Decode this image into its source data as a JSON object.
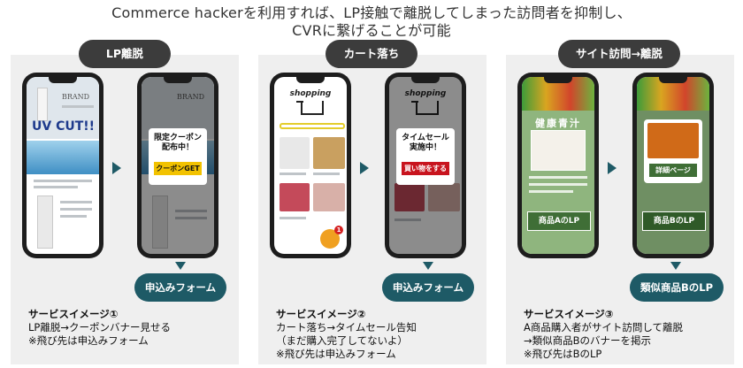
{
  "headline": {
    "line1": "Commerce hackerを利用すれば、LP接触で離脱してしまった訪問者を抑制し、",
    "line2": "CVRに繋げることが可能"
  },
  "columns": [
    {
      "pill": "LP離脱",
      "phone1": {
        "brand": "BRAND",
        "headline": "UV CUT!!"
      },
      "phone2": {
        "brand": "BRAND",
        "popup_line1": "限定クーポン",
        "popup_line2": "配布中！",
        "popup_button": "クーポンGET"
      },
      "cta": "申込みフォーム",
      "desc": {
        "title": "サービスイメージ①",
        "line1": "LP離脱→クーポンバナー見せる",
        "line2": "※飛び先は申込みフォーム"
      }
    },
    {
      "pill": "カート落ち",
      "phone1": {
        "shop_title": "shopping",
        "cart_count": "1"
      },
      "phone2": {
        "shop_title": "shopping",
        "popup_line1": "タイムセール",
        "popup_line2": "実施中！",
        "popup_button": "買い物をする"
      },
      "cta": "申込みフォーム",
      "desc": {
        "title": "サービスイメージ②",
        "line1": "カート落ち→タイムセール告知",
        "line2": "（まだ購入完了してないよ）",
        "line3": "※飛び先は申込みフォーム"
      }
    },
    {
      "pill": "サイト訪問→離脱",
      "phone1": {
        "kanji": "健康青汁",
        "lp_label": "商品AのLP"
      },
      "phone2": {
        "popup_button": "詳細ページ",
        "lp_label": "商品BのLP"
      },
      "cta": "類似商品BのLP",
      "desc": {
        "title": "サービスイメージ③",
        "line1": "A商品購入者がサイト訪問して離脱",
        "line2": "→類似商品Bのバナーを掲示",
        "line3": "※飛び先はBのLP"
      }
    }
  ],
  "colors": {
    "pill_bg": "#3c3c3c",
    "cta_bg": "#1e5a66",
    "coupon_button": "#f2c200",
    "sale_button": "#c8141e",
    "detail_button": "#3f6e36",
    "panel_bg": "#efefef"
  }
}
